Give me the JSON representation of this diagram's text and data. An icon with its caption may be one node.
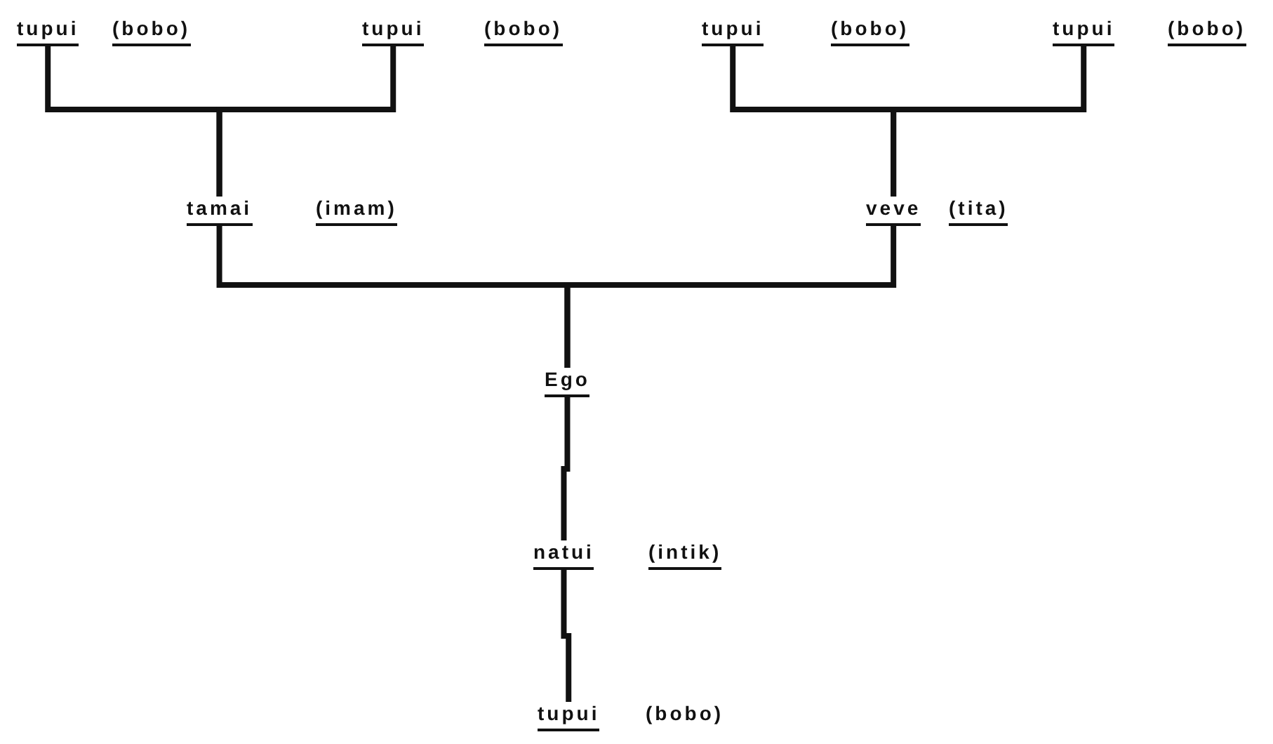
{
  "diagram": {
    "nodes": [
      {
        "text": [
          "tupui"
        ],
        "beside": [
          "(bobo)"
        ]
      },
      {
        "text": [
          "tupui"
        ],
        "beside": [
          "(bobo)"
        ]
      },
      {
        "text": [
          "tupui"
        ],
        "beside": [
          "(bobo)"
        ]
      },
      {
        "text": [
          "tupui"
        ],
        "beside": [
          "(bobo)"
        ]
      },
      {
        "text": [
          "tamai"
        ],
        "beside": [
          "(imam)"
        ]
      },
      {
        "text": [
          "veve"
        ],
        "beside": [
          "(tita)"
        ]
      },
      {
        "text": [
          "Ego"
        ]
      },
      {
        "text": [
          "natui"
        ],
        "beside": [
          "(intik)"
        ]
      },
      {
        "text": [
          "tupui"
        ],
        "beside": [
          "(bobo)"
        ]
      }
    ],
    "edges": [
      {
        "from": 0,
        "to": 4,
        "arrow": "none"
      },
      {
        "from": 1,
        "to": 4,
        "arrow": "none"
      },
      {
        "from": 2,
        "to": 5,
        "arrow": "none"
      },
      {
        "from": 3,
        "to": 5,
        "arrow": "none"
      },
      {
        "from": 4,
        "to": 6,
        "arrow": "none"
      },
      {
        "from": 5,
        "to": 6,
        "arrow": "none"
      },
      {
        "from": 6,
        "to": 7,
        "arrow": "none"
      },
      {
        "from": 7,
        "to": 8,
        "arrow": "none"
      }
    ]
  }
}
